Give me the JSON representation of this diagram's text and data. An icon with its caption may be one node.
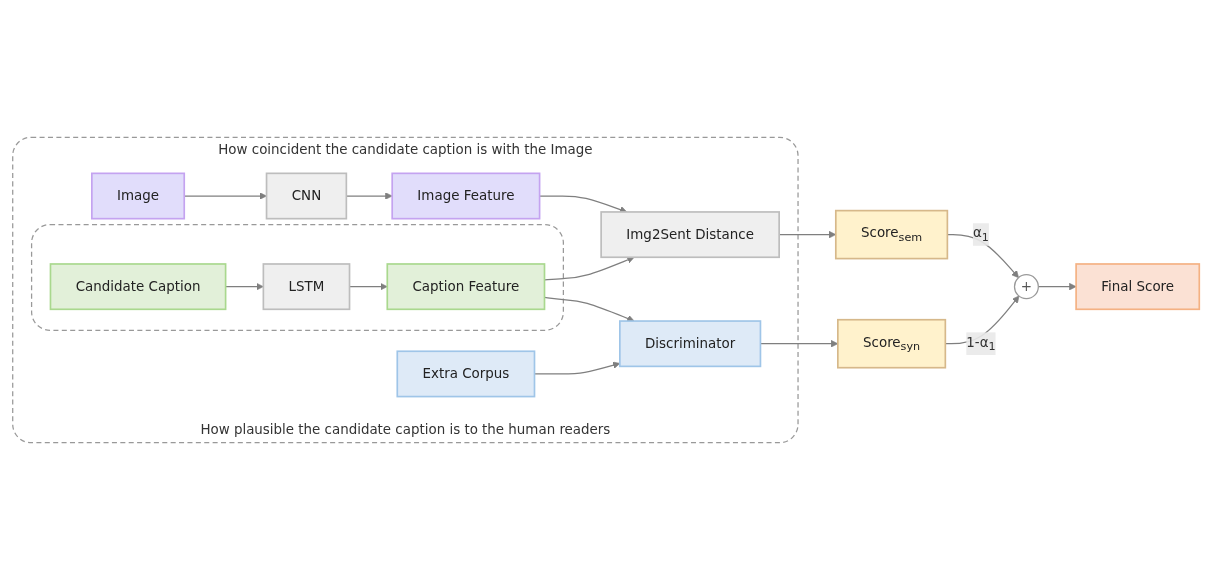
{
  "diagram": {
    "nodes": [
      {
        "text": [
          "How coincident the candidate caption is with the Image",
          "How plausible the candidate caption is to the human readers"
        ]
      },
      {
        "text": [
          "Image"
        ],
        "in": 0
      },
      {
        "text": [
          "CNN"
        ],
        "in": 0
      },
      {
        "text": [
          "Image Feature"
        ],
        "in": 0
      },
      {
        "text": [
          "Img2Sent Distance"
        ],
        "in": 0
      },
      {
        "text": [],
        "shape": "box",
        "in": 0
      },
      {
        "text": [
          "Candidate Caption"
        ],
        "in": 5
      },
      {
        "text": [
          "LSTM"
        ],
        "in": 5
      },
      {
        "text": [
          "Caption Feature"
        ],
        "in": 5
      },
      {
        "text": [
          "Extra Corpus"
        ],
        "in": 0
      },
      {
        "text": [
          "Discriminator"
        ],
        "in": 0
      },
      {
        "text": [
          "Score$_{sem}$"
        ]
      },
      {
        "text": [
          "Score$_{syn}$"
        ]
      },
      {
        "text": [
          "+"
        ]
      },
      {
        "text": [
          "Final Score"
        ]
      }
    ],
    "edges": [
      {
        "from": 1,
        "to": 2,
        "arrow": "to"
      },
      {
        "from": 2,
        "to": 3,
        "arrow": "to"
      },
      {
        "from": 3,
        "to": 4,
        "arrow": "to"
      },
      {
        "from": 6,
        "to": 7,
        "arrow": "to"
      },
      {
        "from": 7,
        "to": 8,
        "arrow": "to"
      },
      {
        "from": 8,
        "to": 4,
        "arrow": "to"
      },
      {
        "from": 4,
        "to": 11,
        "arrow": "to"
      },
      {
        "from": 8,
        "to": 10,
        "arrow": "to"
      },
      {
        "from": 9,
        "to": 10,
        "arrow": "to"
      },
      {
        "from": 10,
        "to": 12,
        "arrow": "to"
      },
      {
        "from": 11,
        "to": 13,
        "label": "α$_{1}$",
        "arrow": "to"
      },
      {
        "from": 12,
        "to": 13,
        "label": "1-α$_{1}$",
        "arrow": "to"
      },
      {
        "from": 13,
        "to": 14,
        "arrow": "to"
      }
    ]
  }
}
